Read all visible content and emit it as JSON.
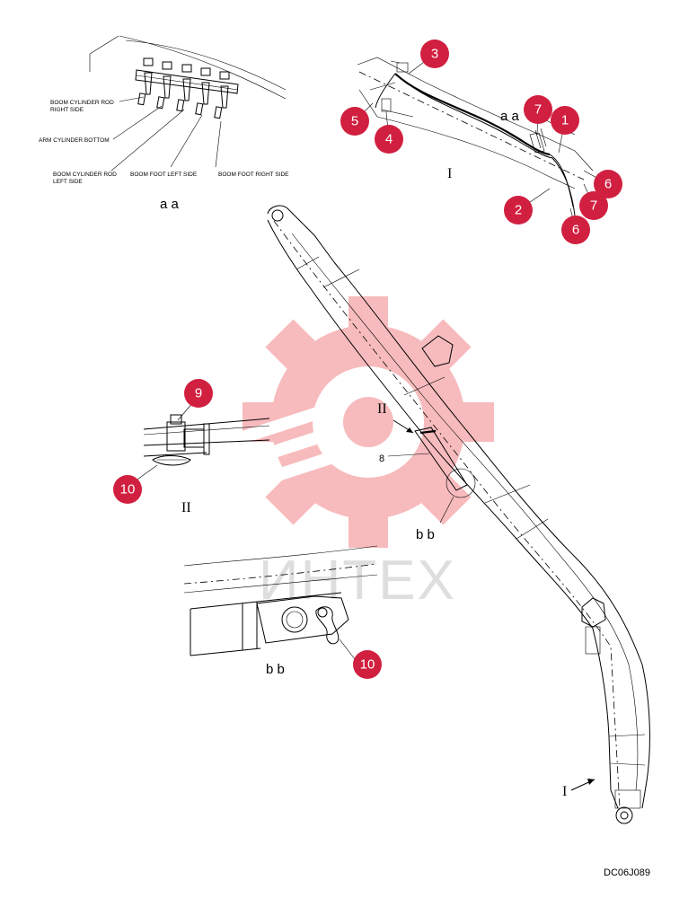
{
  "watermark": {
    "text": "ИНТЕХ",
    "gear_color": "#f5a5a8"
  },
  "callout_color": "#d11f3f",
  "detail_aa": {
    "labels": {
      "boom_cyl_rod_right_1": "BOOM CYLINDER ROD",
      "boom_cyl_rod_right_2": "RIGHT SIDE",
      "arm_cyl_bottom": "ARM CYLINDER BOTTOM",
      "boom_cyl_rod_left_1": "BOOM CYLINDER ROD",
      "boom_cyl_rod_left_2": "LEFT SIDE",
      "boom_foot_left": "BOOM FOOT LEFT SIDE",
      "boom_foot_right": "BOOM FOOT RIGHT SIDE"
    },
    "caption": "a a"
  },
  "detail_I": {
    "caption": "I",
    "aa_ref": "a a",
    "callouts": [
      "3",
      "7",
      "1",
      "5",
      "4",
      "6",
      "2",
      "7",
      "6"
    ]
  },
  "detail_II": {
    "caption": "II",
    "callouts": [
      "9",
      "10"
    ]
  },
  "detail_bb": {
    "caption": "b b",
    "callouts": [
      "10"
    ]
  },
  "main": {
    "view_II": "II",
    "part_8": "8",
    "bb_ref": "b b",
    "view_I": "I"
  },
  "drawing_code": "DC06J089"
}
